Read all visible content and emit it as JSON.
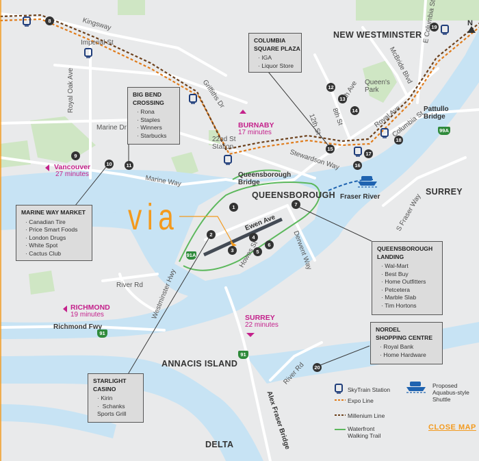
{
  "areas": {
    "new_westminster": "NEW WESTMINSTER",
    "queensborough": "QUEENSBOROUGH",
    "surrey": "SURREY",
    "annacis_island": "ANNACIS ISLAND",
    "delta": "DELTA"
  },
  "destinations": {
    "burnaby": {
      "name": "BURNABY",
      "time": "17 minutes"
    },
    "vancouver": {
      "name": "Vancouver",
      "time": "27 minutes"
    },
    "richmond": {
      "name": "RICHMOND",
      "time": "19 minutes"
    },
    "surrey": {
      "name": "SURREY",
      "time": "22 minutes"
    }
  },
  "roads": {
    "kingsway": "Kingsway",
    "imperial": "Imperial St",
    "royal_oak": "Royal Oak Ave",
    "griffiths": "Griffiths Dr",
    "marine_dr": "Marine Dr",
    "marine_way": "Marine Way",
    "station_22nd": "22nd St\nStation",
    "queensborough_bridge": "Queensborough\nBridge",
    "stewardson": "Stewardson Way",
    "twelfth": "12th St",
    "sixth_ave": "6th Ave",
    "eighth": "8th St",
    "royal_ave": "Royal Ave",
    "columbia": "Columbia St",
    "mcbride": "McBride Blvd",
    "e_columbia": "E Columbia St",
    "pattullo": "Pattullo\nBridge",
    "queens_park": "Queen's\nPark",
    "fraser_river": "Fraser River",
    "s_fraser_way": "S Fraser Way",
    "ewen": "Ewen Ave",
    "howes": "Howes St",
    "derwent": "Derwent Way",
    "river_rd": "River Rd",
    "westminster_hwy": "Westminster Hwy",
    "richmond_fwy": "Richmond Fwy",
    "river_rd_2": "River Rd",
    "alex_fraser": "Alex Fraser Bridge"
  },
  "shields": {
    "s91a": "91A",
    "s91_a": "91",
    "s91_b": "91",
    "s99a": "99A"
  },
  "brand": {
    "logo": "via"
  },
  "boxes": {
    "columbia": {
      "title": "COLUMBIA\nSQUARE PLAZA",
      "items": [
        "IGA",
        "Liquor Store"
      ]
    },
    "bigbend": {
      "title": "BIG BEND\nCROSSING",
      "items": [
        "Rona",
        "Staples",
        "Winners",
        "Starbucks"
      ]
    },
    "marineway": {
      "title": "MARINE WAY MARKET",
      "items": [
        "Canadian Tire",
        "Price Smart Foods",
        "London Drugs",
        "White Spot",
        "Cactus Club"
      ]
    },
    "qblanding": {
      "title": "QUEENSBOROUGH\nLANDING",
      "items": [
        "Wal-Mart",
        "Best Buy",
        "Home Outfitters",
        "Petcetera",
        "Marble Slab",
        "Tim Hortons"
      ]
    },
    "nordel": {
      "title": "NORDEL\nSHOPPING CENTRE",
      "items": [
        "Royal Bank",
        "Home Hardware"
      ]
    },
    "starlight": {
      "title": "STARLIGHT\nCASINO",
      "items": [
        "Kirin",
        "Schanks\nSports Grill"
      ]
    }
  },
  "markers": [
    "1",
    "2",
    "3",
    "4",
    "5",
    "6",
    "7",
    "8",
    "9",
    "10",
    "11",
    "12",
    "13",
    "14",
    "15",
    "16",
    "17",
    "18",
    "19",
    "20"
  ],
  "legend": {
    "skytrain": "SkyTrain Station",
    "aquabus": "Proposed\nAquabus-style\nShuttle",
    "expo": "Expo Line",
    "millenium": "Millenium Line",
    "trail": "Waterfront\nWalking Trail"
  },
  "close_map": "CLOSE MAP",
  "compass": "N",
  "colors": {
    "water": "#c7e3f4",
    "land": "#e9eaeb",
    "park": "#cfe6c4",
    "accent": "#f39a1e",
    "pink": "#c4218b",
    "expo": "#e07b1a",
    "millenium": "#7a4a1e",
    "trail": "#5cb85c",
    "skytrain": "#1f3d7a"
  }
}
